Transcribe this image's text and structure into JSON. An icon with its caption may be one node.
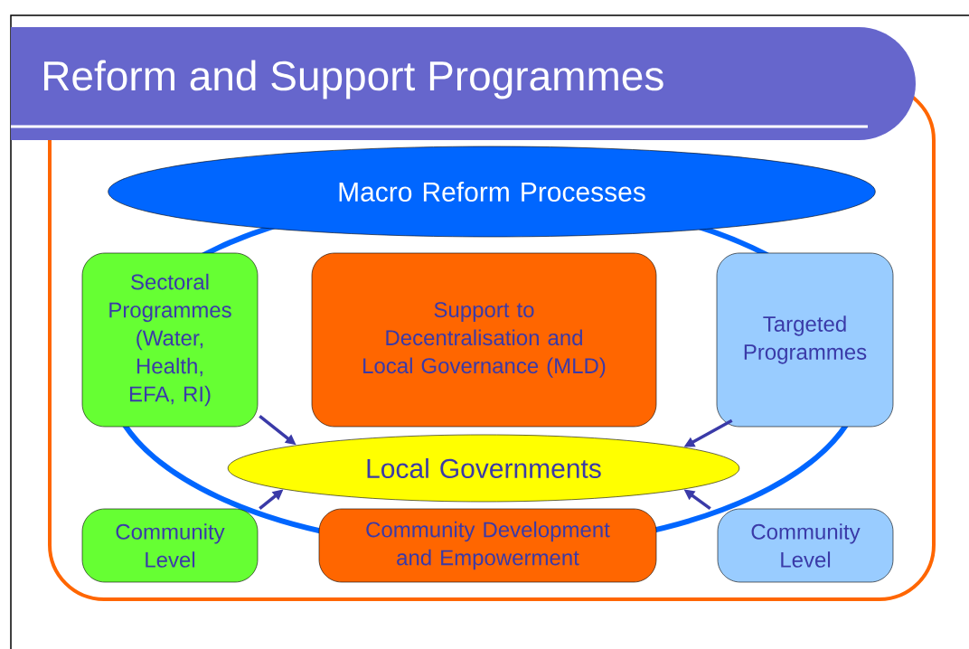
{
  "diagram": {
    "title": "Reform and Support Programmes",
    "nodes": [
      {
        "text": [
          "Macro Reform Processes"
        ]
      },
      {
        "text": [
          "Sectoral Programmes (Water, Health, EFA, RI)"
        ]
      },
      {
        "text": [
          "Support to Decentralisation and Local Governance (MLD)"
        ]
      },
      {
        "text": [
          "Targeted Programmes"
        ]
      },
      {
        "text": [
          "Local Governments"
        ]
      },
      {
        "text": [
          "Community Level"
        ]
      },
      {
        "text": [
          "Community Development and Empowerment"
        ]
      },
      {
        "text": [
          "Community Level"
        ]
      }
    ],
    "edges": [
      {
        "from": 1,
        "to": 4,
        "arrow": "to"
      },
      {
        "from": 3,
        "to": 4,
        "arrow": "to"
      },
      {
        "from": 5,
        "to": 4,
        "arrow": "to"
      },
      {
        "from": 7,
        "to": 4,
        "arrow": "to"
      }
    ]
  }
}
